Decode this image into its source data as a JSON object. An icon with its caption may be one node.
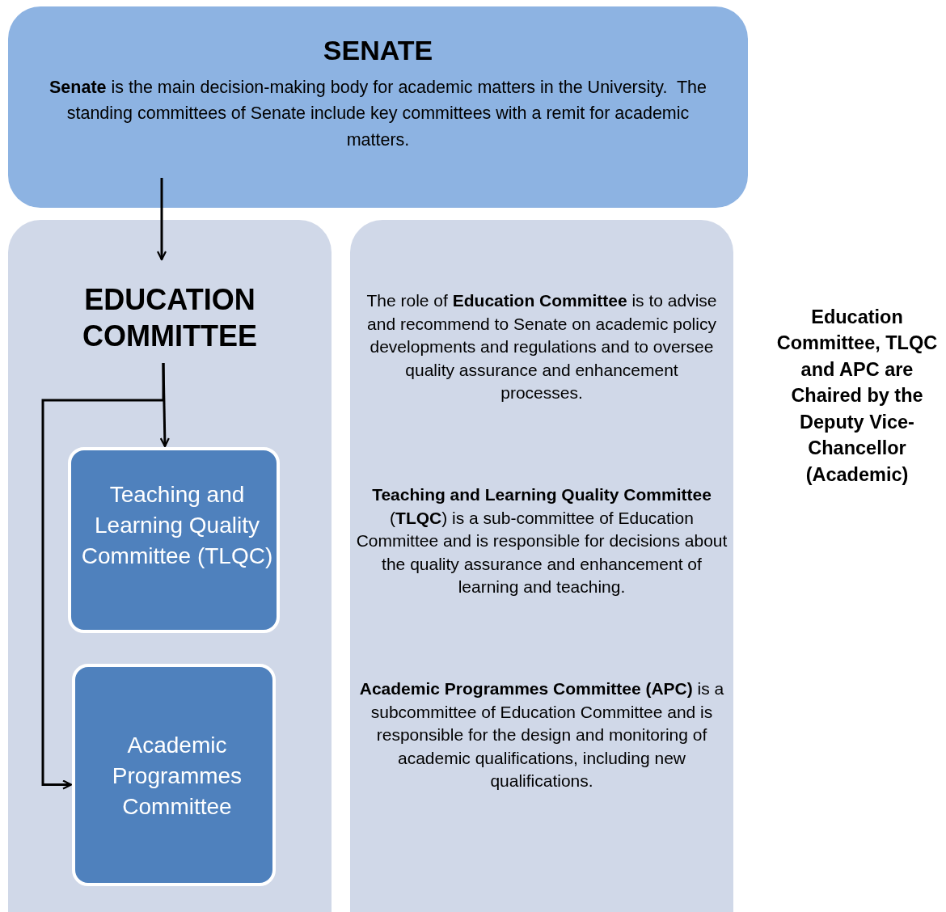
{
  "diagram": {
    "nodes": [
      {
        "text": [
          "SENATE",
          "**Senate** is the main decision-making body for academic matters in the University.  The standing committees of Senate include key committees with a remit for academic matters."
        ]
      },
      {
        "text": [],
        "shape": "box"
      },
      {
        "text": [
          "EDUCATION COMMITTEE"
        ],
        "in": 1
      },
      {
        "text": [
          "Teaching and Learning Quality Committee (TLQC)"
        ],
        "in": 1
      },
      {
        "text": [
          "Academic Programmes Committee"
        ],
        "in": 1
      },
      {
        "text": [
          "The role of **Education Committee** is to advise and recommend to Senate on academic policy developments and regulations and to oversee quality assurance and enhancement processes.",
          "**Teaching and Learning Quality Committee** (**TLQC**) is a sub-committee of Education Committee and is responsible for decisions about the quality assurance and enhancement of learning and teaching.",
          "**Academic Programmes Committee (APC)** is a subcommittee of Education Committee and is responsible for the design and monitoring of academic qualifications, including new qualifications."
        ]
      }
    ],
    "edges": [
      {
        "from": 0,
        "to": 2,
        "arrow": "to"
      },
      {
        "from": 2,
        "to": 3,
        "arrow": "to"
      },
      {
        "from": 2,
        "to": 4,
        "arrow": "to"
      }
    ],
    "labels": [
      "Education Committee, TLQC and APC are Chaired by the Deputy Vice-Chancellor (Academic)"
    ]
  }
}
